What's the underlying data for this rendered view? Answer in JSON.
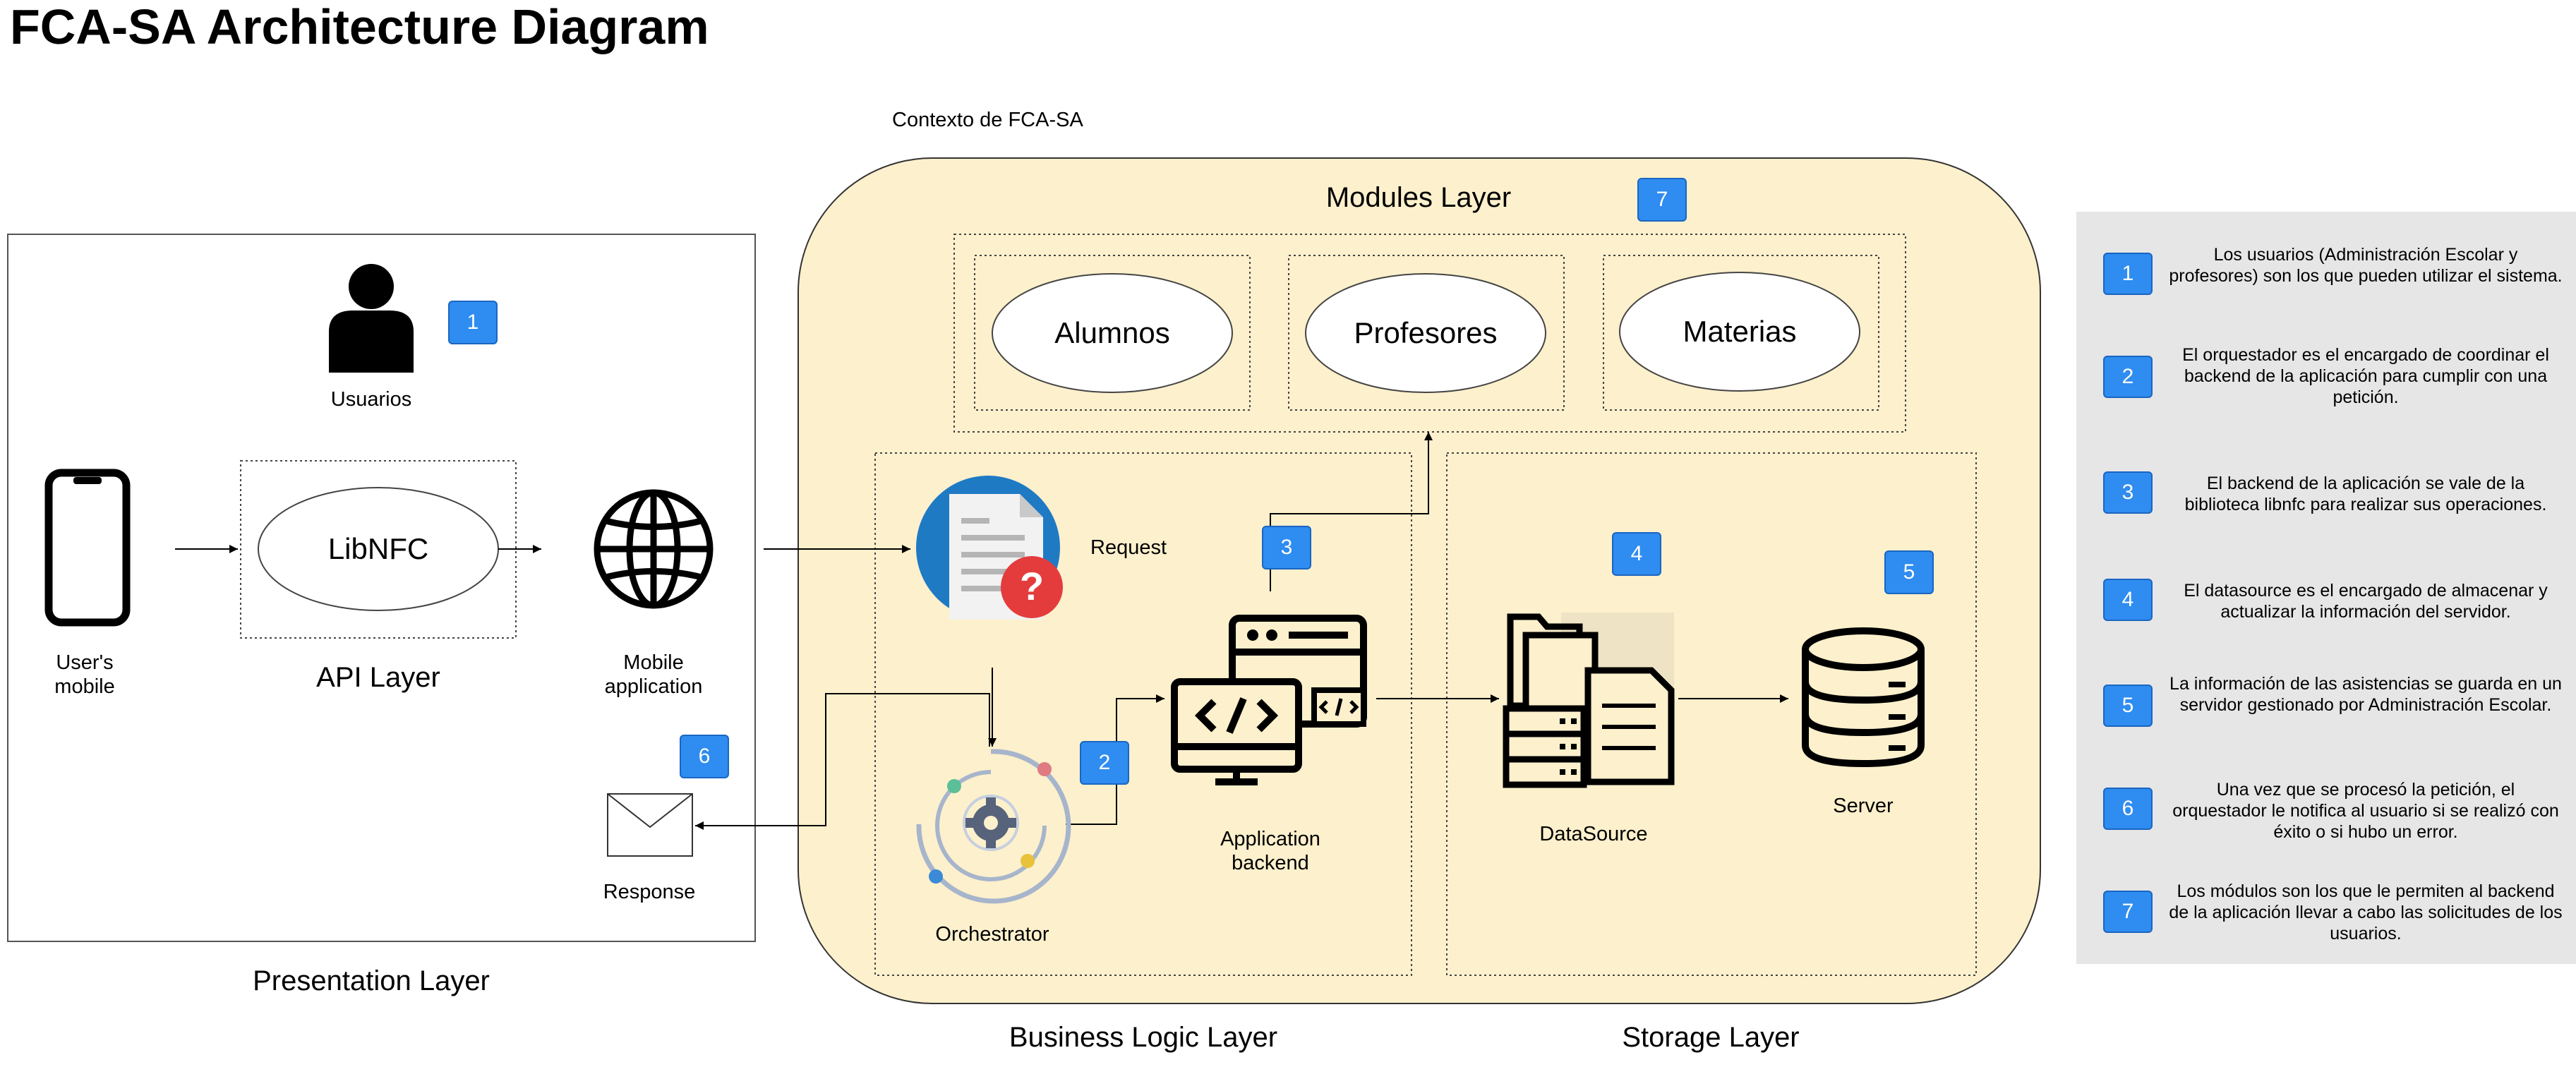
{
  "title": "FCA-SA Architecture Diagram",
  "context_label": "Contexto de FCA-SA",
  "layers": {
    "presentation": "Presentation Layer",
    "api": "API Layer",
    "business": "Business Logic Layer",
    "storage": "Storage Layer",
    "modules": "Modules Layer"
  },
  "nodes": {
    "usuarios": "Usuarios",
    "users_mobile": "User's\nmobile",
    "libnfc": "LibNFC",
    "mobile_app": "Mobile\napplication",
    "response": "Response",
    "request": "Request",
    "orchestrator": "Orchestrator",
    "app_backend": "Application\nbackend",
    "datasource": "DataSource",
    "server": "Server",
    "alumnos": "Alumnos",
    "profesores": "Profesores",
    "materias": "Materias"
  },
  "badges": {
    "b1": "1",
    "b2": "2",
    "b3": "3",
    "b4": "4",
    "b5": "5",
    "b6": "6",
    "b7": "7"
  },
  "legend": [
    {
      "num": "1",
      "text": "Los usuarios (Administración Escolar y profesores) son los que pueden utilizar el sistema."
    },
    {
      "num": "2",
      "text": "El orquestador es el encargado de coordinar el backend de la aplicación para cumplir con una petición."
    },
    {
      "num": "3",
      "text": "El backend de la aplicación se vale de la biblioteca libnfc para realizar sus operaciones."
    },
    {
      "num": "4",
      "text": "El datasource es el encargado de almacenar y actualizar la información del servidor."
    },
    {
      "num": "5",
      "text": "La información de las asistencias se guarda en un servidor gestionado por Administración Escolar."
    },
    {
      "num": "6",
      "text": "Una vez que se procesó la petición, el orquestador le notifica al usuario si se realizó con éxito o si hubo un error."
    },
    {
      "num": "7",
      "text": "Los módulos son los que le permiten al backend de la aplicación llevar a cabo las solicitudes de los usuarios."
    }
  ],
  "colors": {
    "context_fill": "#fdf0cc",
    "badge": "#2f8cf0",
    "legend_bg": "#e6e6e6",
    "request_icon": "#1f7ac4",
    "error_red": "#e43c3c"
  }
}
